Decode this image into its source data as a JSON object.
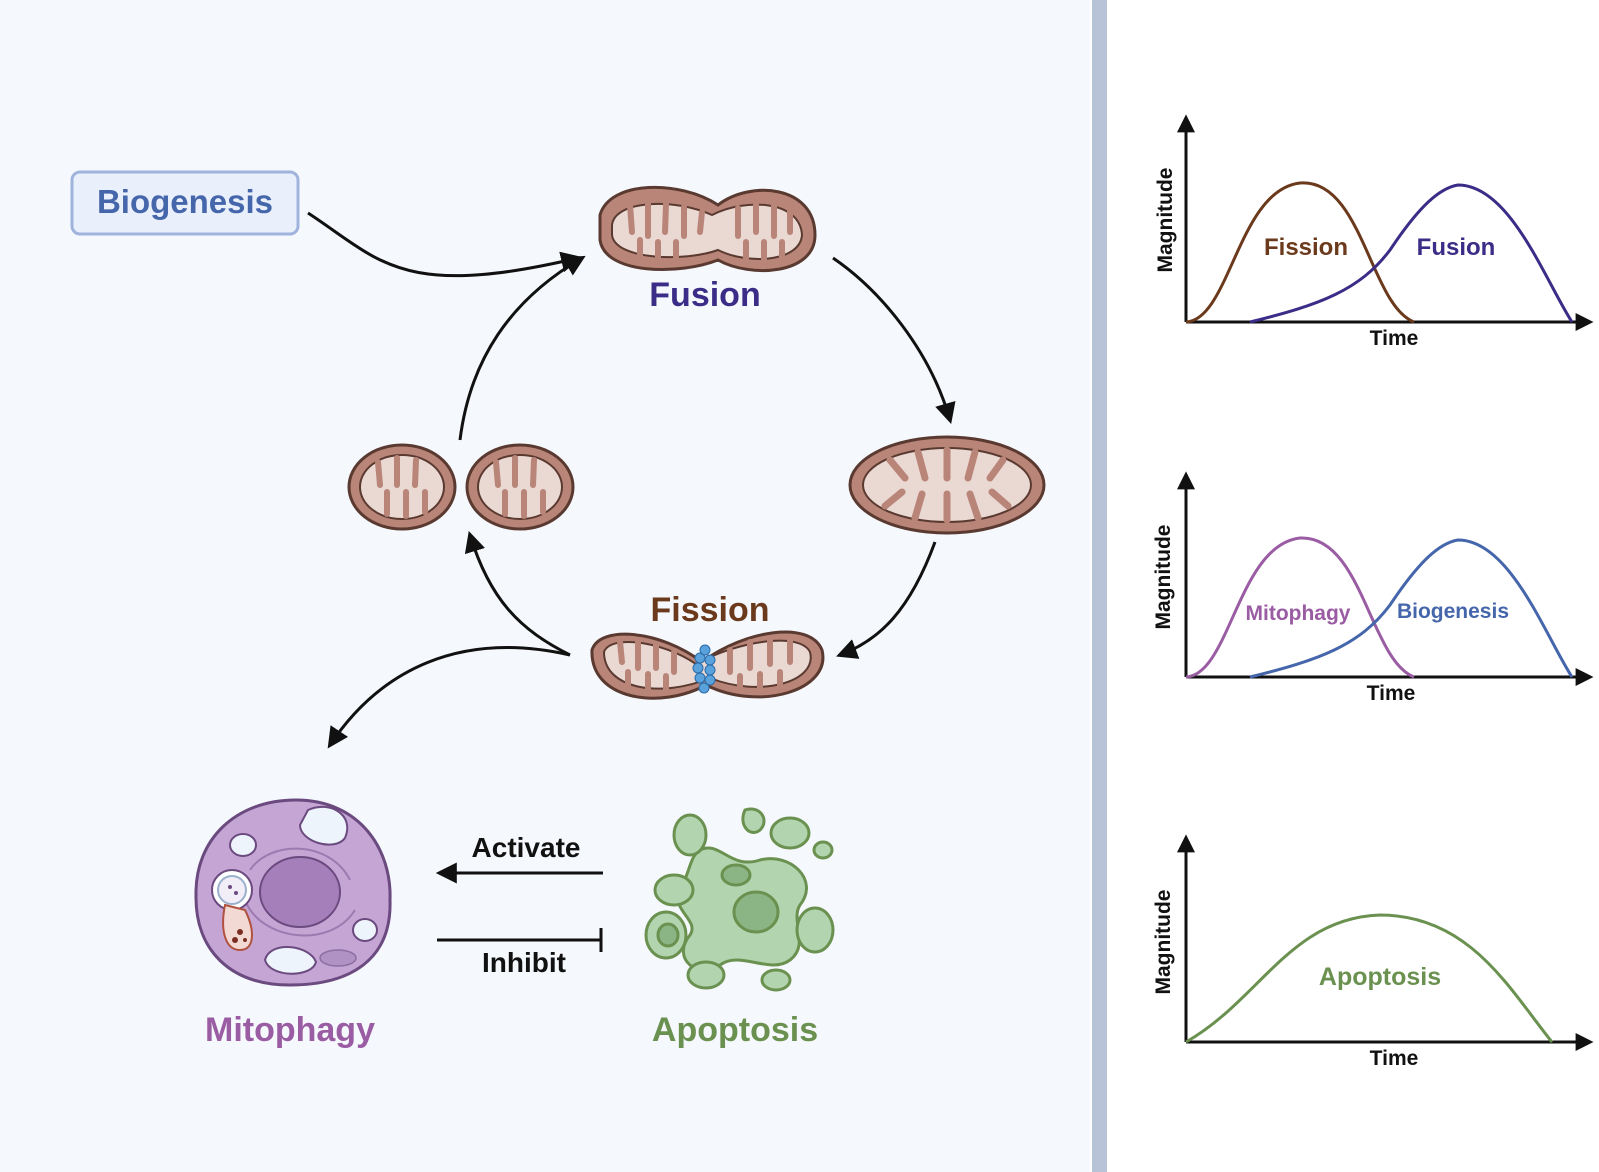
{
  "colors": {
    "panel_bg": "#f5f8fc",
    "divider": "#b8c3d8",
    "mito_outer": "#b98578",
    "mito_outline": "#5a3a30",
    "mito_inner": "#ead8d2",
    "fission": "#6b3a1c",
    "fusion": "#3b2c87",
    "biogenesis": "#4566ab",
    "mitophagy": "#9a5ca3",
    "apoptosis": "#6b9150",
    "cell": "#c4a5d4",
    "apoptotic_body": "#b2d4ae",
    "drp1": "#5aa2db"
  },
  "labels": {
    "biogenesis": "Biogenesis",
    "fusion": "Fusion",
    "fission": "Fission",
    "mitophagy": "Mitophagy",
    "apoptosis": "Apoptosis",
    "activate": "Activate",
    "inhibit": "Inhibit"
  },
  "graphs": [
    {
      "ylabel": "Magnitude",
      "xlabel": "Time",
      "curve_labels": [
        "Fission",
        "Fusion"
      ]
    },
    {
      "ylabel": "Magnitude",
      "xlabel": "Time",
      "curve_labels": [
        "Mitophagy",
        "Biogenesis"
      ]
    },
    {
      "ylabel": "Magnitude",
      "xlabel": "Time",
      "curve_labels": [
        "Apoptosis"
      ]
    }
  ]
}
